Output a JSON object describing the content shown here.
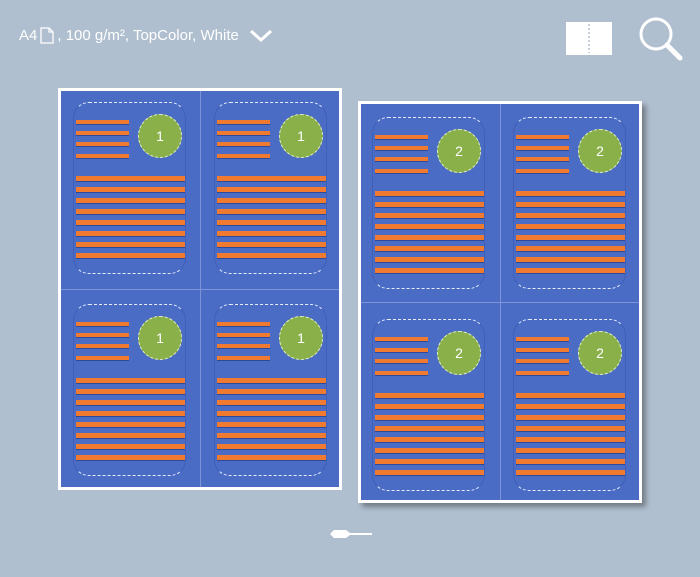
{
  "header": {
    "size": "A4",
    "details": ", 100 g/m², TopColor, White"
  },
  "icons": {
    "paper": "document-icon",
    "dropdown": "chevron-down-icon",
    "layout": "booklet-layout-icon",
    "zoom": "search-icon",
    "slider": "zoom-slider-handle"
  },
  "colors": {
    "background": "#b0bfcf",
    "sheet": "#4a6cc5",
    "text_lines": "#f07a30",
    "badge": "#8ab04a"
  },
  "sheets": [
    {
      "label": "1",
      "cards": [
        "1",
        "1",
        "1",
        "1"
      ]
    },
    {
      "label": "2",
      "cards": [
        "2",
        "2",
        "2",
        "2"
      ]
    }
  ]
}
